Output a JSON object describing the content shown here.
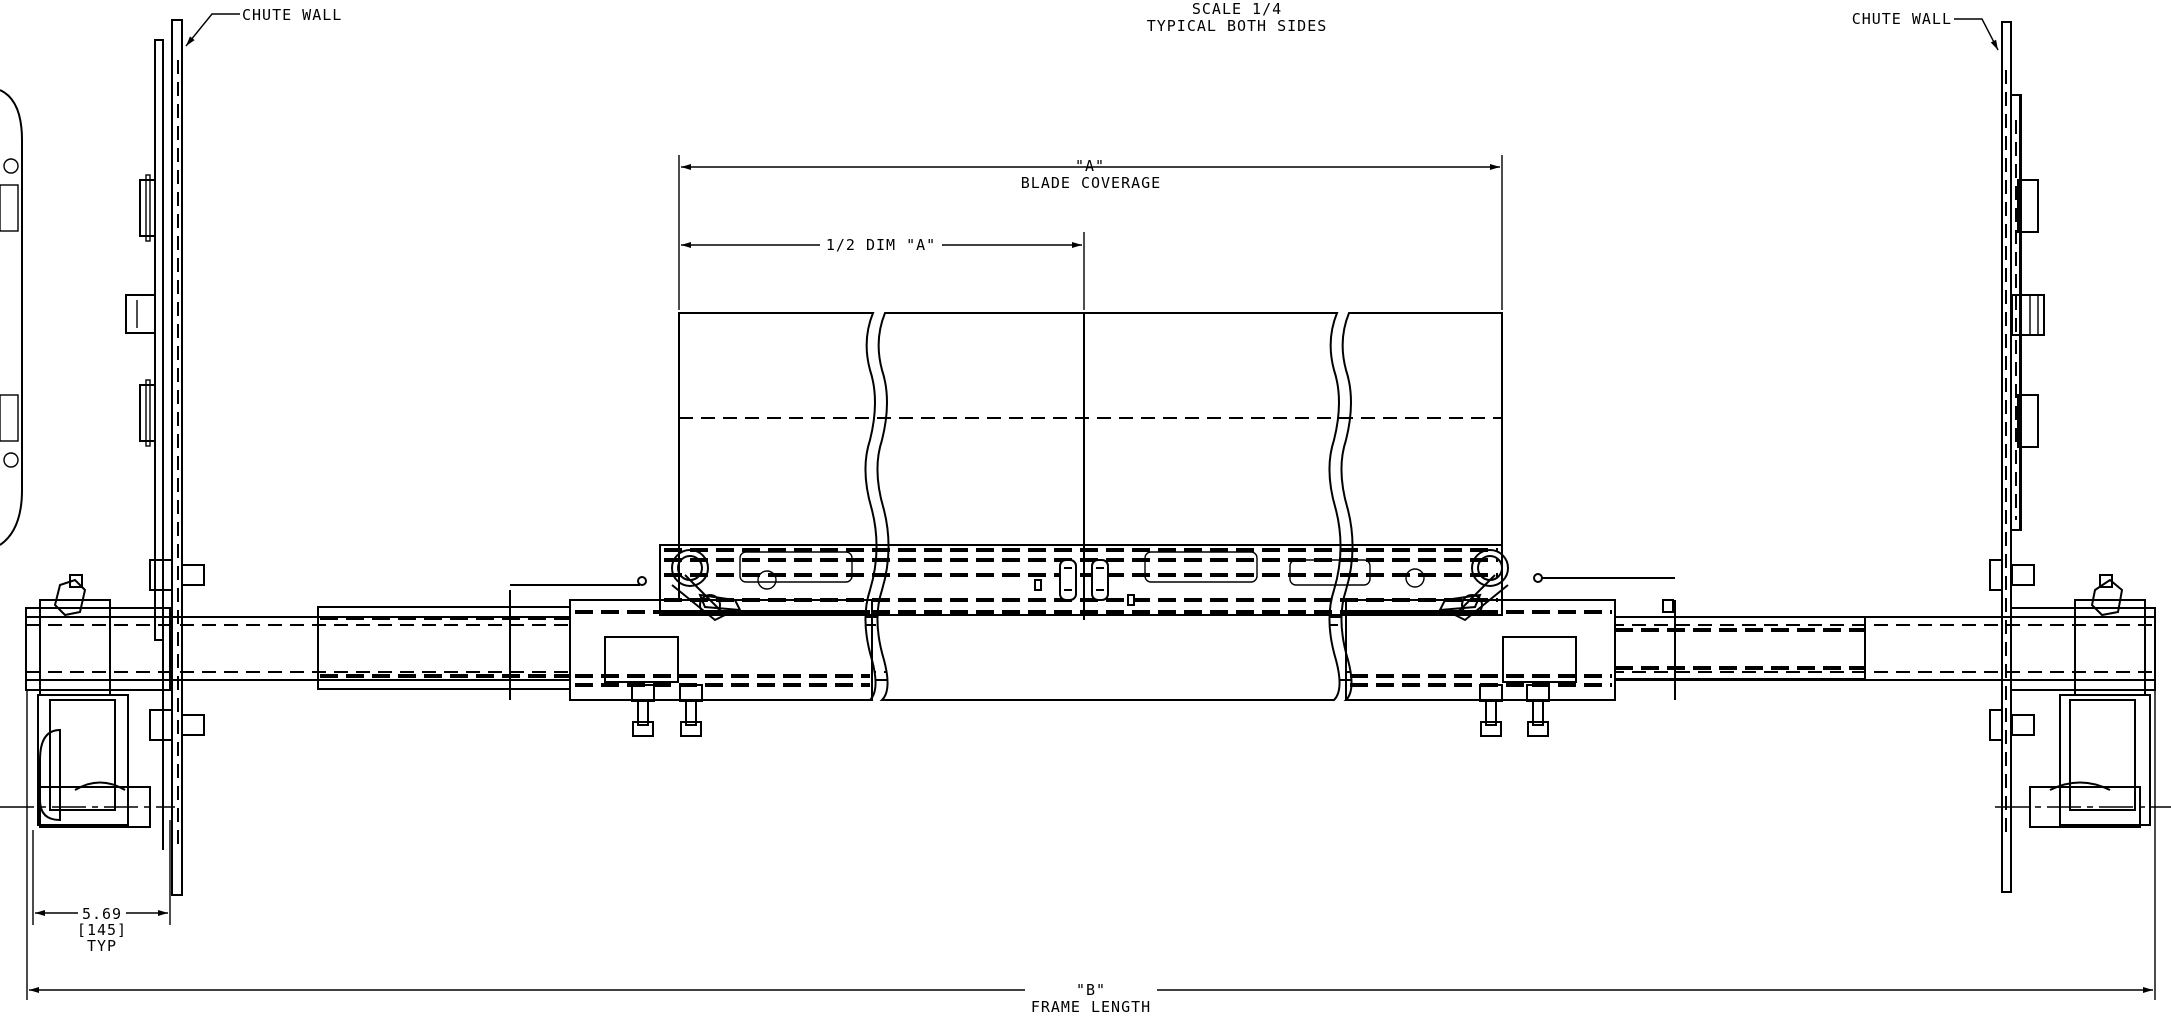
{
  "scale_note": {
    "line1": "SCALE  1/4",
    "line2": "TYPICAL BOTH SIDES"
  },
  "chute_wall_left": "CHUTE WALL",
  "chute_wall_right": "CHUTE WALL",
  "dim_a": {
    "letter": "\"A\"",
    "label": "BLADE COVERAGE"
  },
  "dim_half_a": "1/2 DIM \"A\"",
  "dim_typ": {
    "inches": "5.69",
    "mm": "[145]",
    "note": "TYP"
  },
  "dim_b": {
    "letter": "\"B\"",
    "label": "FRAME LENGTH"
  }
}
